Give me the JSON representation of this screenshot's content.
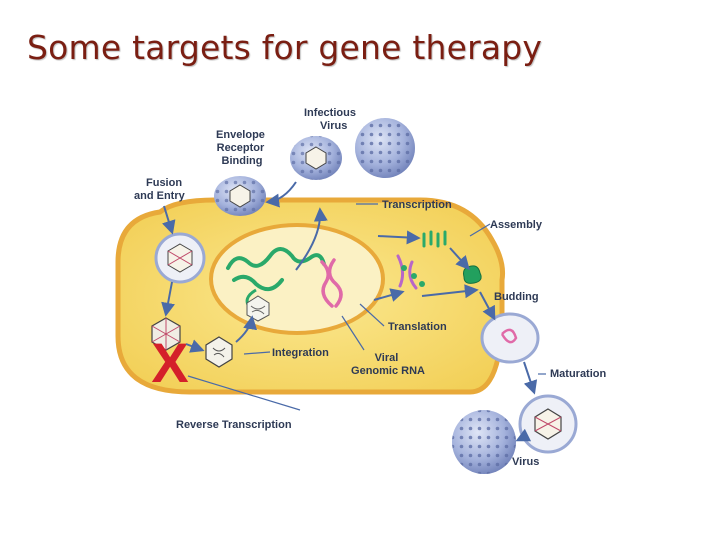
{
  "slide": {
    "title": "Some targets for gene therapy"
  },
  "diagram": {
    "labels": {
      "infectious_virus": [
        "Infectious",
        "Virus"
      ],
      "envelope_binding": [
        "Envelope",
        "Receptor",
        "Binding"
      ],
      "fusion_entry": [
        "Fusion",
        "and Entry"
      ],
      "transcription": "Transcription",
      "assembly": "Assembly",
      "budding": "Budding",
      "translation": "Translation",
      "integration": "Integration",
      "viral_rna": [
        "Viral",
        "Genomic RNA"
      ],
      "maturation": "Maturation",
      "reverse_transcription": "Reverse Transcription",
      "virus": "Virus"
    },
    "blocked_marker": "X",
    "colors": {
      "cell_fill": "#f7dc6c",
      "cell_stroke": "#e8a93a",
      "virus_fill": "#9aa9d4",
      "arrow": "#4a6aa8",
      "label": "#2e3a55",
      "block_x": "#d4202a",
      "title": "#7a1e12"
    }
  }
}
